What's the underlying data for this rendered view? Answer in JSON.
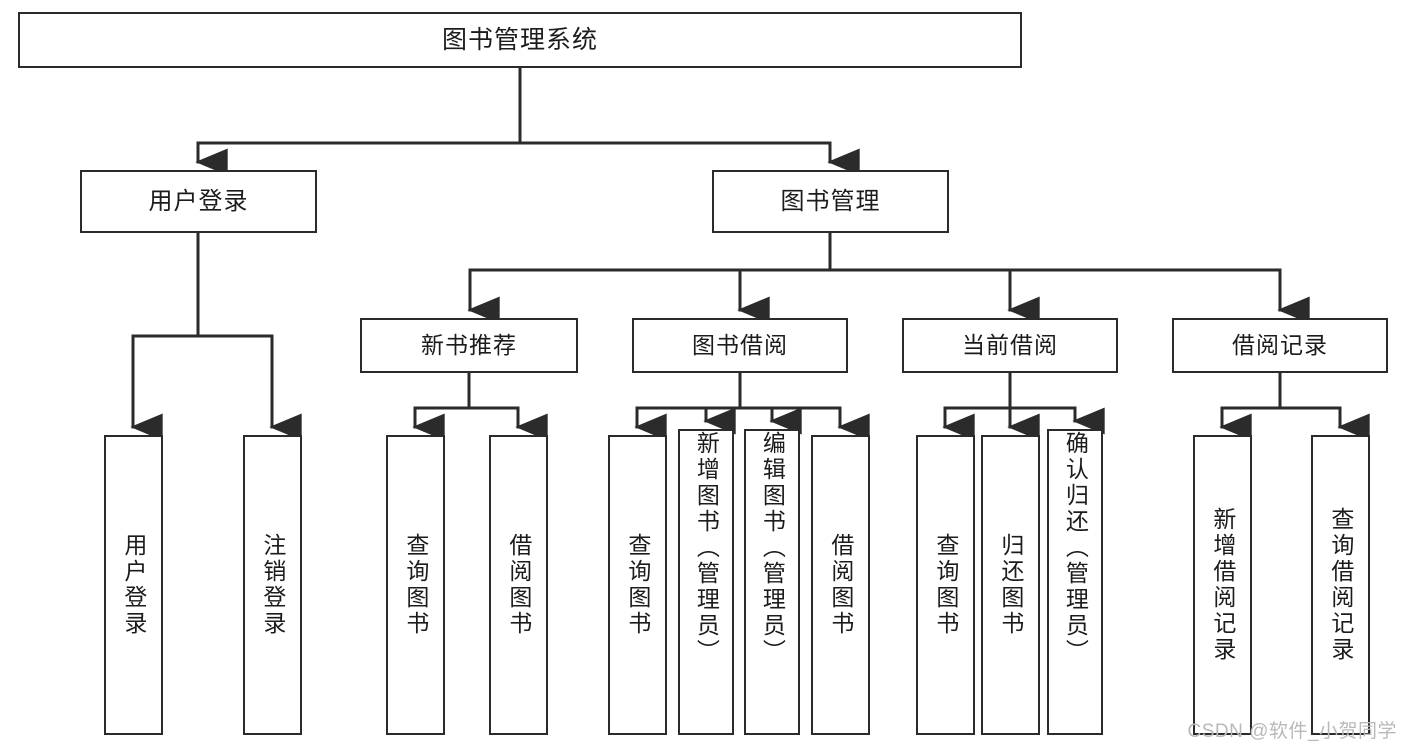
{
  "diagram": {
    "title": "图书管理系统",
    "type": "tree",
    "watermark": "CSDN @软件_小贺同学",
    "colors": {
      "box_border": "#2b2b2b",
      "box_fill": "#ffffff",
      "edge": "#2b2b2b",
      "text": "#1c1c1c",
      "watermark": "#b9b9b9"
    },
    "nodes": {
      "root": {
        "label": "图书管理系统"
      },
      "level1": [
        {
          "label": "用户登录"
        },
        {
          "label": "图书管理"
        }
      ],
      "level2": [
        {
          "label": "新书推荐"
        },
        {
          "label": "图书借阅"
        },
        {
          "label": "当前借阅"
        },
        {
          "label": "借阅记录"
        }
      ],
      "leaves": {
        "user_login": [
          {
            "label": "用户登录"
          },
          {
            "label": "注销登录"
          }
        ],
        "new_book_recommend": [
          {
            "label": "查询图书"
          },
          {
            "label": "借阅图书"
          }
        ],
        "book_borrow": [
          {
            "label": "查询图书"
          },
          {
            "label": "新增图书（管理员）"
          },
          {
            "label": "编辑图书（管理员）"
          },
          {
            "label": "借阅图书"
          }
        ],
        "current_borrow": [
          {
            "label": "查询图书"
          },
          {
            "label": "归还图书"
          },
          {
            "label": "确认归还（管理员）"
          }
        ],
        "borrow_records": [
          {
            "label": "新增借阅记录"
          },
          {
            "label": "查询借阅记录"
          }
        ]
      }
    }
  }
}
